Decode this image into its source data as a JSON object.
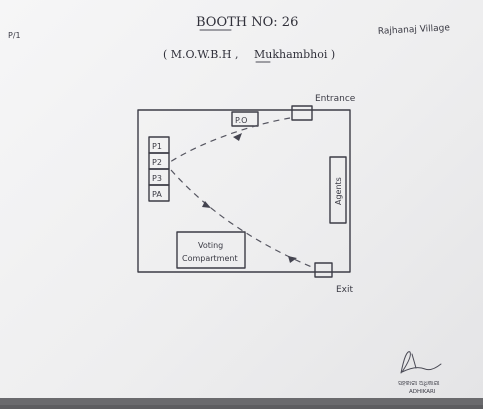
{
  "corner_mark": "P/1",
  "header": {
    "title": "BOOTH NO: 26",
    "subtitle_left": "( M.O.W.B.H ,",
    "subtitle_right": "Mukhambhoi )",
    "village": "Rajhanaj Village"
  },
  "plan": {
    "entrance_label": "Entrance",
    "exit_label": "Exit",
    "po_label": "P.O",
    "polling_officers": [
      "P1",
      "P2",
      "P3",
      "PA"
    ],
    "agents_label": "Agents",
    "voting_compartment_line1": "Voting",
    "voting_compartment_line2": "Compartment"
  },
  "signature": {
    "mark": "signature",
    "name_line1": "ସହକାରୀ ଅଧିକାରୀ",
    "name_line2": "ADHIKARI"
  }
}
